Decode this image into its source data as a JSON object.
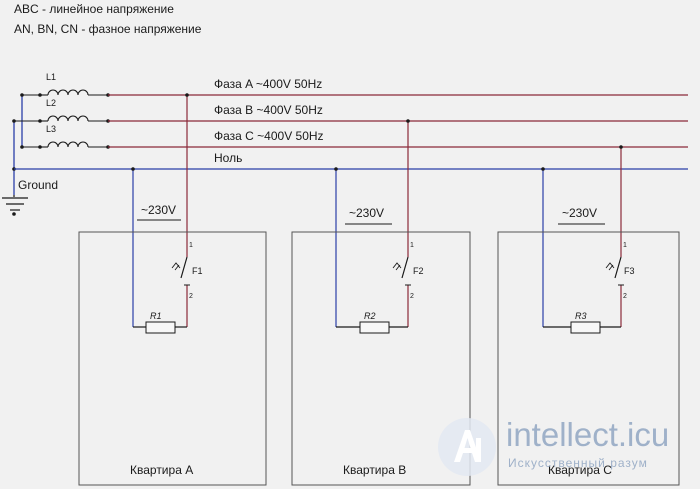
{
  "legend": {
    "line1": "ABC - линейное напряжение",
    "line2": "AN, BN, CN - фазное напряжение"
  },
  "inductors": [
    "L1",
    "L2",
    "L3"
  ],
  "lines": {
    "phase_a": "Фаза A ~400V 50Hz",
    "phase_b": "Фаза B ~400V 50Hz",
    "phase_c": "Фаза C ~400V 50Hz",
    "neutral": "Ноль"
  },
  "ground_label": "Ground",
  "apartments": [
    {
      "voltage": "~230V",
      "switch": "F1",
      "pin_top": "1",
      "pin_bottom": "2",
      "resistor": "R1",
      "name": "Квартира A"
    },
    {
      "voltage": "~230V",
      "switch": "F2",
      "pin_top": "1",
      "pin_bottom": "2",
      "resistor": "R2",
      "name": "Квартира B"
    },
    {
      "voltage": "~230V",
      "switch": "F3",
      "pin_top": "1",
      "pin_bottom": "2",
      "resistor": "R3",
      "name": "Квартира C"
    }
  ],
  "watermark": {
    "title": "intellect.icu",
    "subtitle": "Искусственный разум"
  },
  "colors": {
    "phase": "#8b2a3a",
    "neutral": "#2b3fa8",
    "wire": "#1a1a1a",
    "box": "#555555"
  }
}
